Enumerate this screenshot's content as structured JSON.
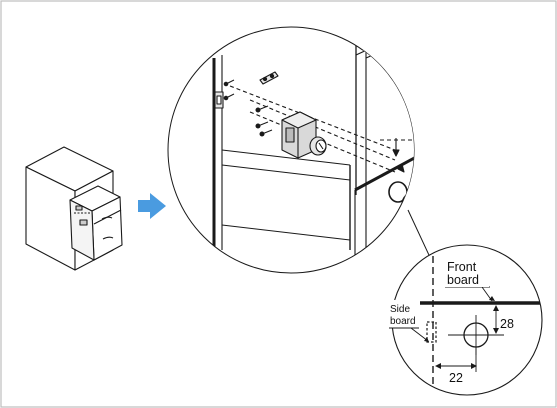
{
  "labels": {
    "front_board_line1": "Front",
    "front_board_line2": "board",
    "side_board_line1": "Side",
    "side_board_line2": "board",
    "dim_height": "28",
    "dim_width": "22"
  },
  "colors": {
    "frame": "#bdbdbd",
    "line": "#1a1a1a",
    "arrow": "#4a9be0",
    "lock_body": "#d9d9d9",
    "plate": "#e6e6e6"
  }
}
